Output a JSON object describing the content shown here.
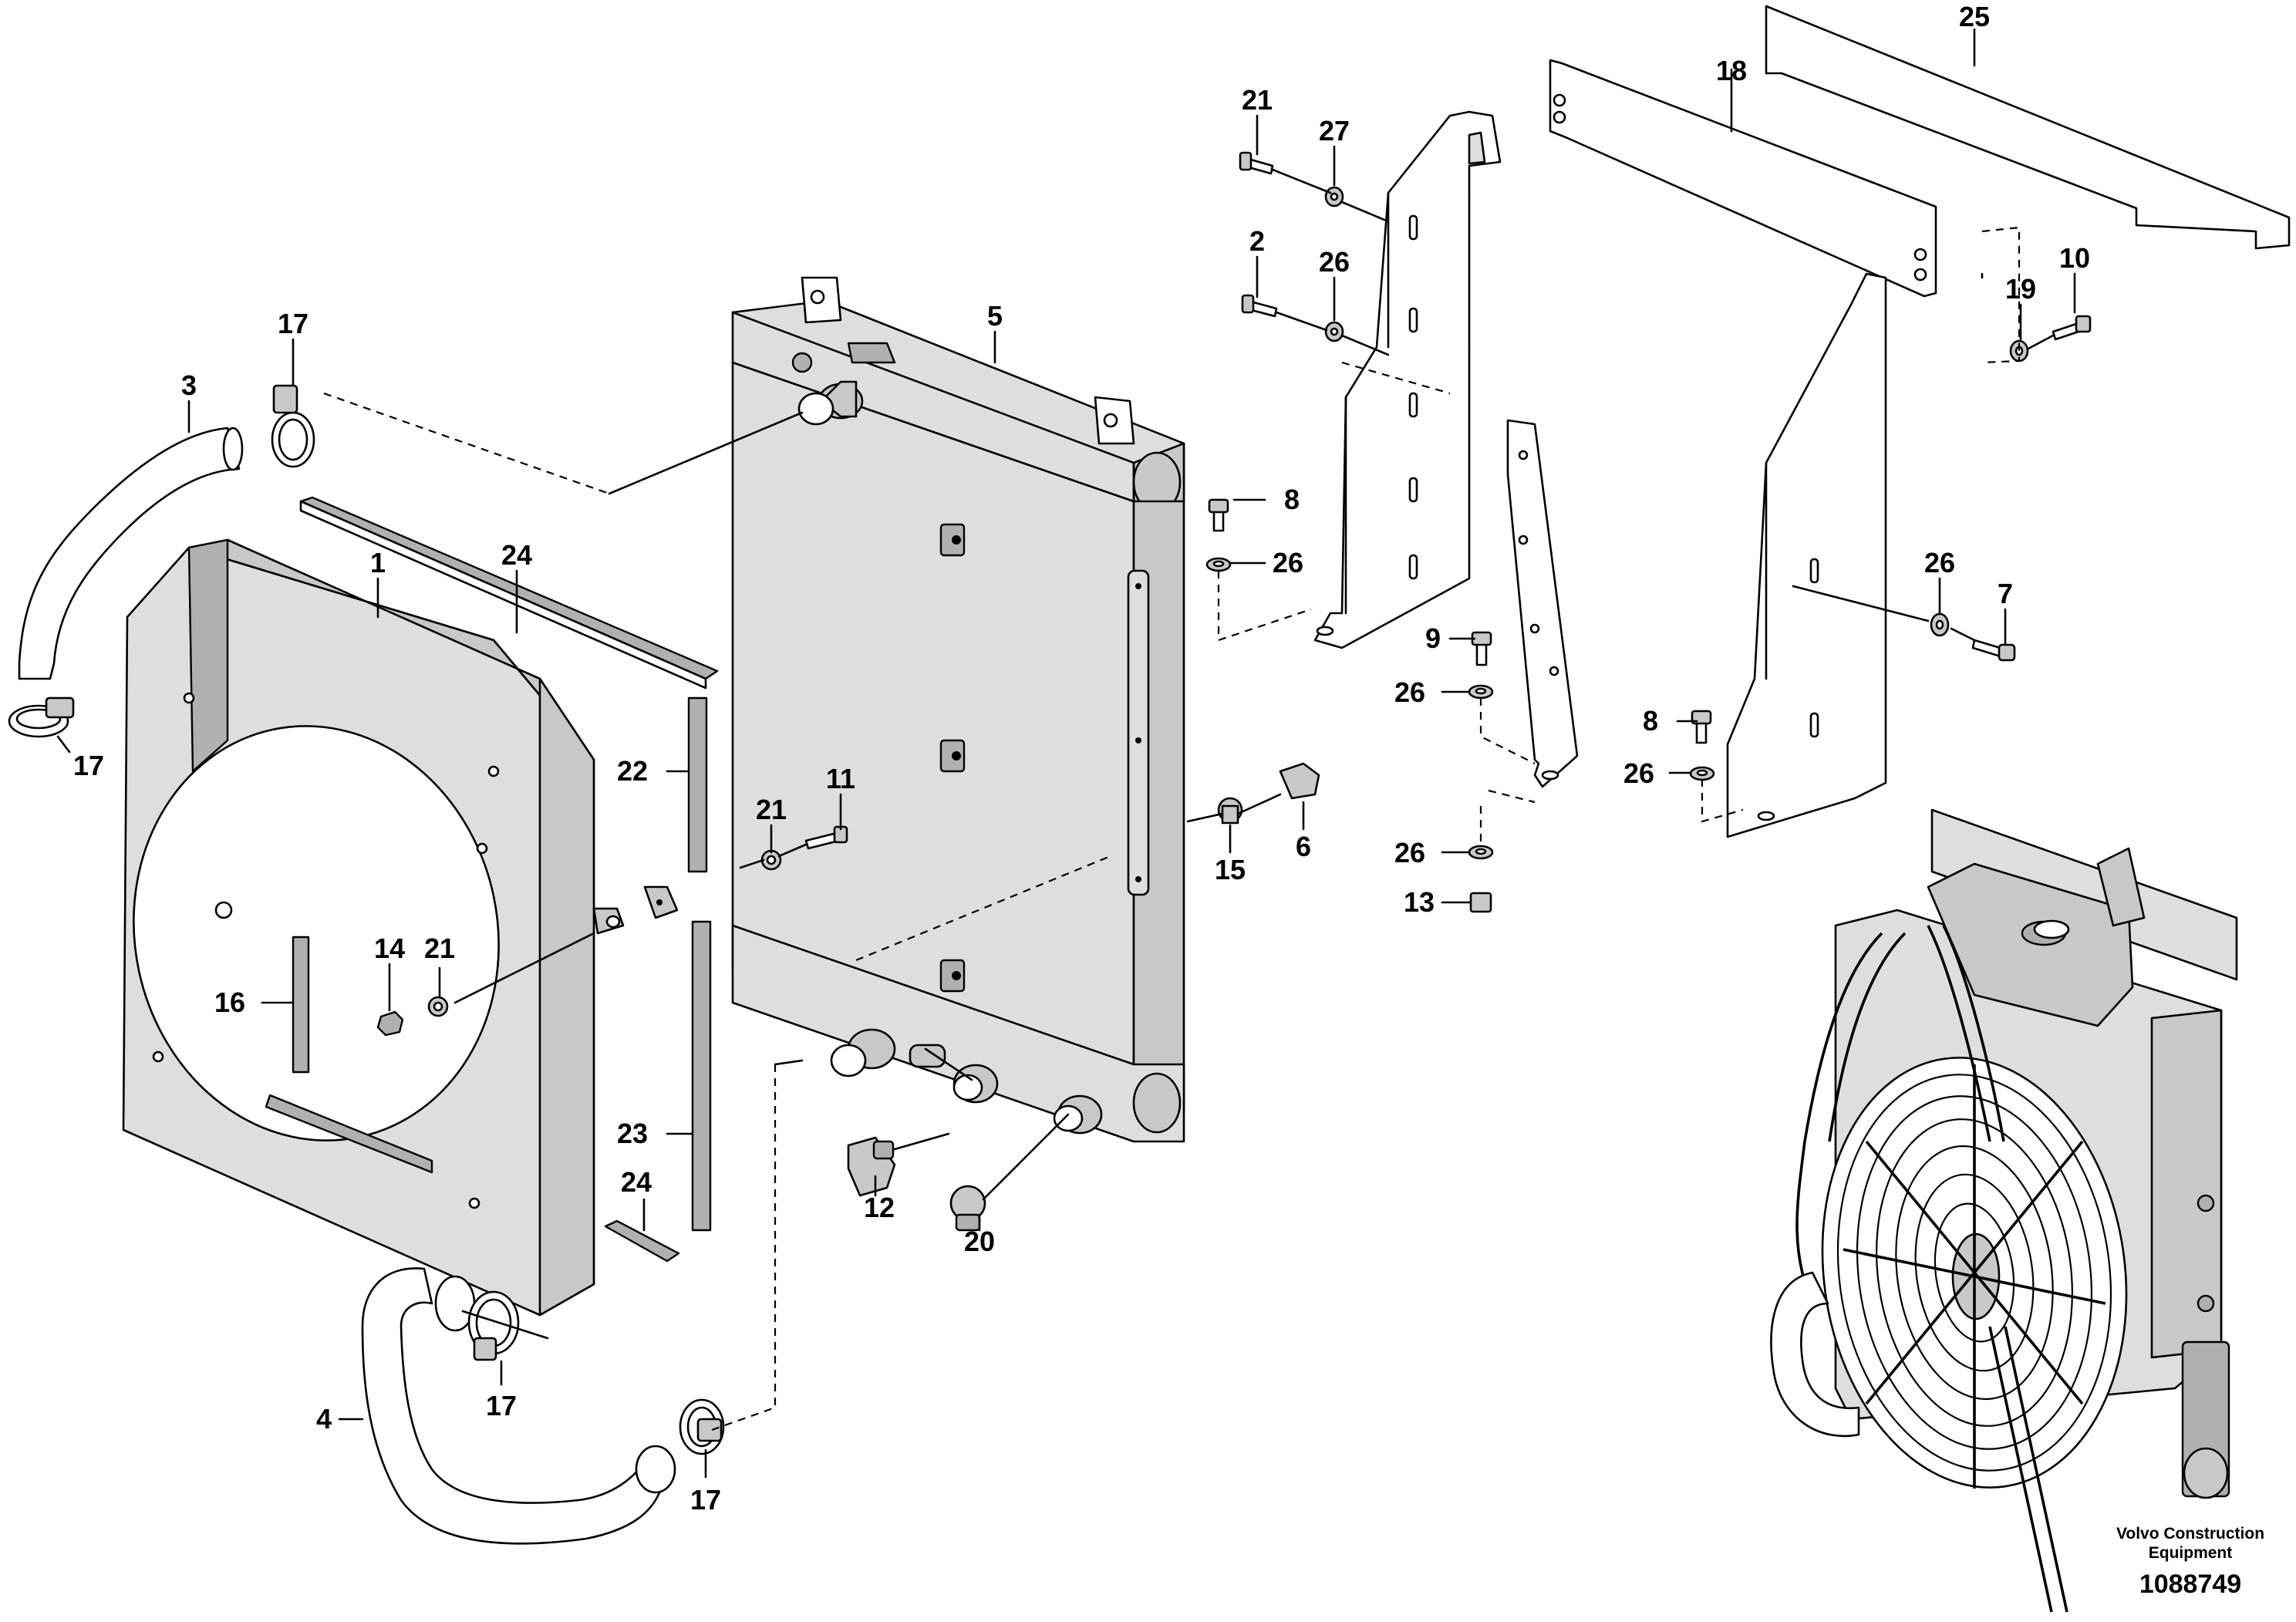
{
  "figure_number": "1088749",
  "brand": {
    "line1": "Volvo Construction",
    "line2": "Equipment"
  },
  "callouts": [
    {
      "id": "c-25",
      "label": "25"
    },
    {
      "id": "c-18",
      "label": "18"
    },
    {
      "id": "c-21a",
      "label": "21"
    },
    {
      "id": "c-27",
      "label": "27"
    },
    {
      "id": "c-2",
      "label": "2"
    },
    {
      "id": "c-26a",
      "label": "26"
    },
    {
      "id": "c-19",
      "label": "19"
    },
    {
      "id": "c-10",
      "label": "10"
    },
    {
      "id": "c-17a",
      "label": "17"
    },
    {
      "id": "c-3",
      "label": "3"
    },
    {
      "id": "c-5",
      "label": "5"
    },
    {
      "id": "c-8a",
      "label": "8"
    },
    {
      "id": "c-26b",
      "label": "26"
    },
    {
      "id": "c-24a",
      "label": "24"
    },
    {
      "id": "c-1",
      "label": "1"
    },
    {
      "id": "c-26c",
      "label": "26"
    },
    {
      "id": "c-7",
      "label": "7"
    },
    {
      "id": "c-9",
      "label": "9"
    },
    {
      "id": "c-26d",
      "label": "26"
    },
    {
      "id": "c-8b",
      "label": "8"
    },
    {
      "id": "c-26e",
      "label": "26"
    },
    {
      "id": "c-17b",
      "label": "17"
    },
    {
      "id": "c-22",
      "label": "22"
    },
    {
      "id": "c-11",
      "label": "11"
    },
    {
      "id": "c-21b",
      "label": "21"
    },
    {
      "id": "c-15",
      "label": "15"
    },
    {
      "id": "c-6",
      "label": "6"
    },
    {
      "id": "c-26f",
      "label": "26"
    },
    {
      "id": "c-13",
      "label": "13"
    },
    {
      "id": "c-14",
      "label": "14"
    },
    {
      "id": "c-21c",
      "label": "21"
    },
    {
      "id": "c-16",
      "label": "16"
    },
    {
      "id": "c-23",
      "label": "23"
    },
    {
      "id": "c-24b",
      "label": "24"
    },
    {
      "id": "c-12",
      "label": "12"
    },
    {
      "id": "c-20",
      "label": "20"
    },
    {
      "id": "c-4",
      "label": "4"
    },
    {
      "id": "c-17c",
      "label": "17"
    },
    {
      "id": "c-17d",
      "label": "17"
    }
  ]
}
